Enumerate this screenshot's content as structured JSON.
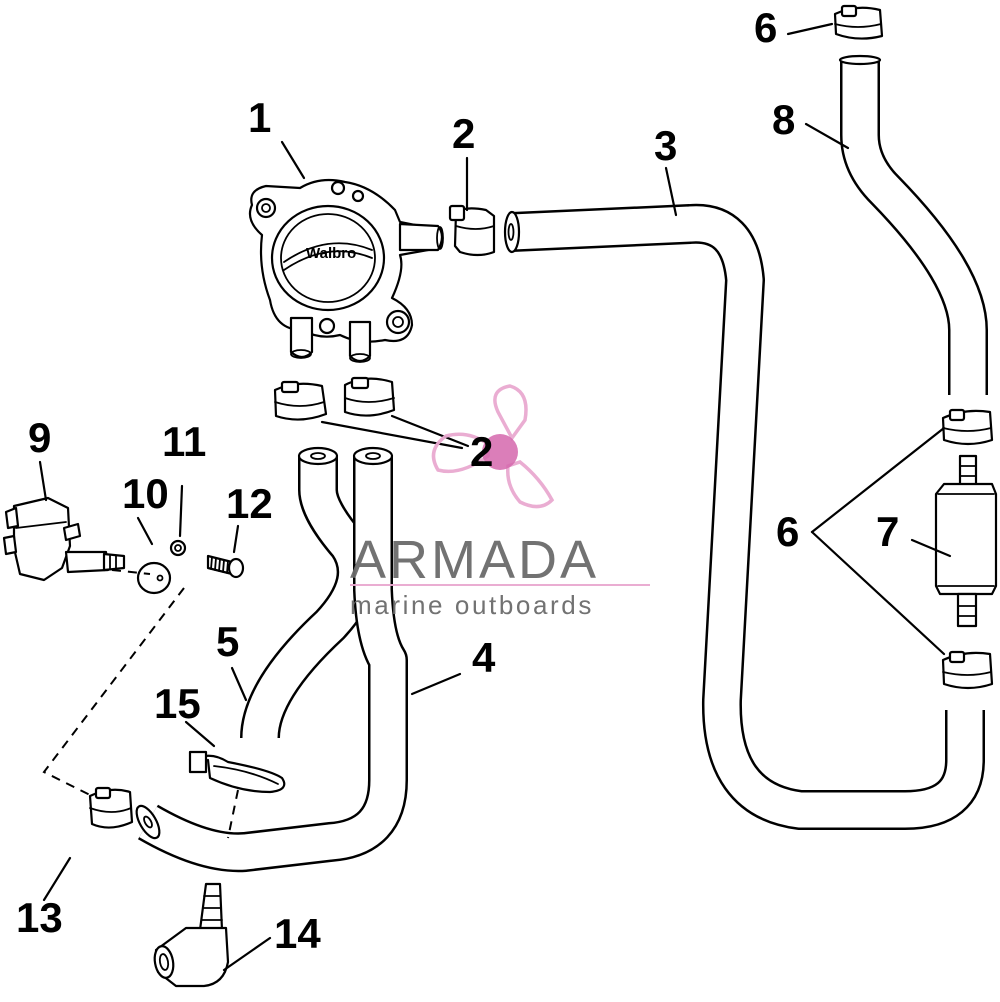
{
  "diagram": {
    "brand_on_pump": "Walbro",
    "callouts": {
      "c1": "1",
      "c2a": "2",
      "c2b": "2",
      "c3": "3",
      "c4": "4",
      "c5": "5",
      "c6a": "6",
      "c6b": "6",
      "c7": "7",
      "c8": "8",
      "c9": "9",
      "c10": "10",
      "c11": "11",
      "c12": "12",
      "c13": "13",
      "c14": "14",
      "c15": "15"
    }
  },
  "watermark": {
    "name": "ARMADA",
    "tagline": "marine outboards",
    "colors": {
      "logo_pink": "#e9a9d0",
      "logo_pink_dark": "#d25fa8",
      "text_gray": "#6b6b6b"
    },
    "icon": "propeller-icon"
  }
}
